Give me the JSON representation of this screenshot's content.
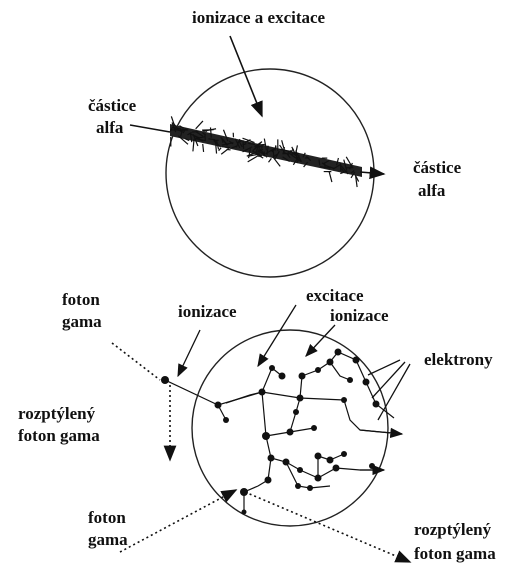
{
  "alpha_panel": {
    "label_top": "ionizace a excitace",
    "label_left_line1": "částice",
    "label_left_line2": "alfa",
    "label_right_line1": "částice",
    "label_right_line2": "alfa"
  },
  "gamma_panel": {
    "label_foton_line1": "foton",
    "label_foton_line2": "gama",
    "label_ionizace": "ionizace",
    "label_excitace": "excitace",
    "label_ionizace2": "ionizace",
    "label_elektrony": "elektrony",
    "label_rozptyleny_left_line1": "rozptýlený",
    "label_rozptyleny_left_line2": "foton gama",
    "label_foton2_line1": "foton",
    "label_foton2_line2": "gama",
    "label_rozptyleny_right_line1": "rozptýlený",
    "label_rozptyleny_right_line2": "foton gama"
  },
  "colors": {
    "ink": "#111111",
    "background": "#ffffff"
  }
}
